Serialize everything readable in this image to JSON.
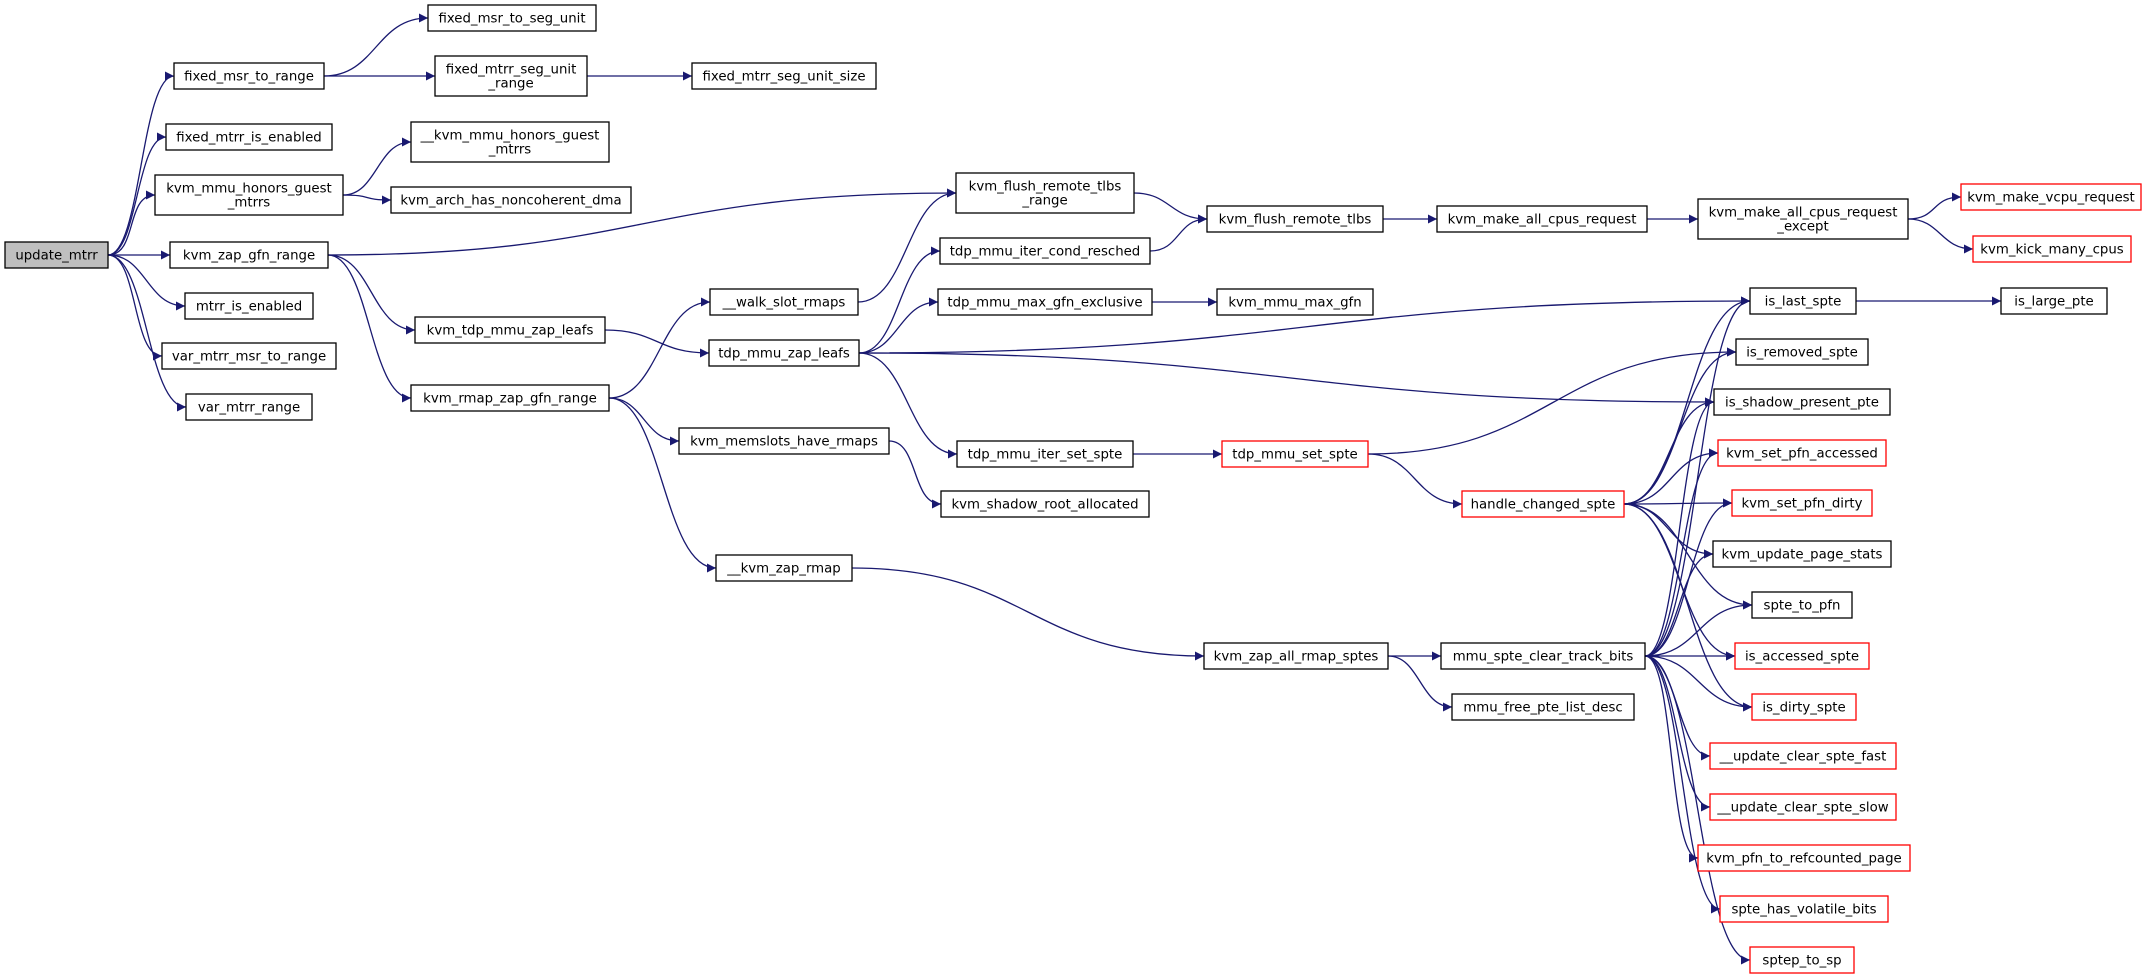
{
  "colors": {
    "edge": "#191970",
    "node_border": "#000000",
    "node_border_truncated": "#ff0000",
    "root_fill": "#bfbfbf",
    "node_fill": "#ffffff"
  },
  "nodes": [
    {
      "id": "update_mtrr",
      "lines": [
        "update_mtrr"
      ],
      "style": "root"
    },
    {
      "id": "fixed_msr_to_range",
      "lines": [
        "fixed_msr_to_range"
      ]
    },
    {
      "id": "fixed_mtrr_is_enabled",
      "lines": [
        "fixed_mtrr_is_enabled"
      ]
    },
    {
      "id": "kvm_mmu_honors_guest_mtrrs",
      "lines": [
        "kvm_mmu_honors_guest",
        "_mtrrs"
      ]
    },
    {
      "id": "kvm_zap_gfn_range",
      "lines": [
        "kvm_zap_gfn_range"
      ]
    },
    {
      "id": "mtrr_is_enabled",
      "lines": [
        "mtrr_is_enabled"
      ]
    },
    {
      "id": "var_mtrr_msr_to_range",
      "lines": [
        "var_mtrr_msr_to_range"
      ]
    },
    {
      "id": "var_mtrr_range",
      "lines": [
        "var_mtrr_range"
      ]
    },
    {
      "id": "fixed_msr_to_seg_unit",
      "lines": [
        "fixed_msr_to_seg_unit"
      ]
    },
    {
      "id": "fixed_mtrr_seg_unit_range",
      "lines": [
        "fixed_mtrr_seg_unit",
        "_range"
      ]
    },
    {
      "id": "fixed_mtrr_seg_unit_size",
      "lines": [
        "fixed_mtrr_seg_unit_size"
      ]
    },
    {
      "id": "__kvm_mmu_honors_guest_mtrrs",
      "lines": [
        "__kvm_mmu_honors_guest",
        "_mtrrs"
      ]
    },
    {
      "id": "kvm_arch_has_noncoherent_dma",
      "lines": [
        "kvm_arch_has_noncoherent_dma"
      ]
    },
    {
      "id": "kvm_tdp_mmu_zap_leafs",
      "lines": [
        "kvm_tdp_mmu_zap_leafs"
      ]
    },
    {
      "id": "kvm_rmap_zap_gfn_range",
      "lines": [
        "kvm_rmap_zap_gfn_range"
      ]
    },
    {
      "id": "__walk_slot_rmaps",
      "lines": [
        "__walk_slot_rmaps"
      ]
    },
    {
      "id": "tdp_mmu_zap_leafs",
      "lines": [
        "tdp_mmu_zap_leafs"
      ]
    },
    {
      "id": "kvm_memslots_have_rmaps",
      "lines": [
        "kvm_memslots_have_rmaps"
      ]
    },
    {
      "id": "__kvm_zap_rmap",
      "lines": [
        "__kvm_zap_rmap"
      ]
    },
    {
      "id": "kvm_flush_remote_tlbs_range",
      "lines": [
        "kvm_flush_remote_tlbs",
        "_range"
      ]
    },
    {
      "id": "tdp_mmu_iter_cond_resched",
      "lines": [
        "tdp_mmu_iter_cond_resched"
      ]
    },
    {
      "id": "tdp_mmu_max_gfn_exclusive",
      "lines": [
        "tdp_mmu_max_gfn_exclusive"
      ]
    },
    {
      "id": "tdp_mmu_iter_set_spte",
      "lines": [
        "tdp_mmu_iter_set_spte"
      ]
    },
    {
      "id": "kvm_shadow_root_allocated",
      "lines": [
        "kvm_shadow_root_allocated"
      ]
    },
    {
      "id": "kvm_flush_remote_tlbs",
      "lines": [
        "kvm_flush_remote_tlbs"
      ]
    },
    {
      "id": "kvm_mmu_max_gfn",
      "lines": [
        "kvm_mmu_max_gfn"
      ]
    },
    {
      "id": "tdp_mmu_set_spte",
      "lines": [
        "tdp_mmu_set_spte"
      ],
      "style": "red"
    },
    {
      "id": "kvm_zap_all_rmap_sptes",
      "lines": [
        "kvm_zap_all_rmap_sptes"
      ]
    },
    {
      "id": "kvm_make_all_cpus_request",
      "lines": [
        "kvm_make_all_cpus_request"
      ]
    },
    {
      "id": "handle_changed_spte",
      "lines": [
        "handle_changed_spte"
      ],
      "style": "red"
    },
    {
      "id": "mmu_spte_clear_track_bits",
      "lines": [
        "mmu_spte_clear_track_bits"
      ]
    },
    {
      "id": "mmu_free_pte_list_desc",
      "lines": [
        "mmu_free_pte_list_desc"
      ]
    },
    {
      "id": "kvm_make_all_cpus_request_except",
      "lines": [
        "kvm_make_all_cpus_request",
        "_except"
      ]
    },
    {
      "id": "is_last_spte",
      "lines": [
        "is_last_spte"
      ]
    },
    {
      "id": "is_removed_spte",
      "lines": [
        "is_removed_spte"
      ]
    },
    {
      "id": "is_shadow_present_pte",
      "lines": [
        "is_shadow_present_pte"
      ]
    },
    {
      "id": "kvm_set_pfn_accessed",
      "lines": [
        "kvm_set_pfn_accessed"
      ],
      "style": "red"
    },
    {
      "id": "kvm_set_pfn_dirty",
      "lines": [
        "kvm_set_pfn_dirty"
      ],
      "style": "red"
    },
    {
      "id": "kvm_update_page_stats",
      "lines": [
        "kvm_update_page_stats"
      ]
    },
    {
      "id": "spte_to_pfn",
      "lines": [
        "spte_to_pfn"
      ]
    },
    {
      "id": "is_accessed_spte",
      "lines": [
        "is_accessed_spte"
      ],
      "style": "red"
    },
    {
      "id": "is_dirty_spte",
      "lines": [
        "is_dirty_spte"
      ],
      "style": "red"
    },
    {
      "id": "__update_clear_spte_fast",
      "lines": [
        "__update_clear_spte_fast"
      ],
      "style": "red"
    },
    {
      "id": "__update_clear_spte_slow",
      "lines": [
        "__update_clear_spte_slow"
      ],
      "style": "red"
    },
    {
      "id": "kvm_pfn_to_refcounted_page",
      "lines": [
        "kvm_pfn_to_refcounted_page"
      ],
      "style": "red"
    },
    {
      "id": "spte_has_volatile_bits",
      "lines": [
        "spte_has_volatile_bits"
      ],
      "style": "red"
    },
    {
      "id": "sptep_to_sp",
      "lines": [
        "sptep_to_sp"
      ],
      "style": "red"
    },
    {
      "id": "kvm_make_vcpu_request",
      "lines": [
        "kvm_make_vcpu_request"
      ],
      "style": "red"
    },
    {
      "id": "kvm_kick_many_cpus",
      "lines": [
        "kvm_kick_many_cpus"
      ],
      "style": "red"
    },
    {
      "id": "is_large_pte",
      "lines": [
        "is_large_pte"
      ]
    }
  ],
  "edges": [
    [
      "update_mtrr",
      "fixed_msr_to_range"
    ],
    [
      "update_mtrr",
      "fixed_mtrr_is_enabled"
    ],
    [
      "update_mtrr",
      "kvm_mmu_honors_guest_mtrrs"
    ],
    [
      "update_mtrr",
      "kvm_zap_gfn_range"
    ],
    [
      "update_mtrr",
      "mtrr_is_enabled"
    ],
    [
      "update_mtrr",
      "var_mtrr_msr_to_range"
    ],
    [
      "update_mtrr",
      "var_mtrr_range"
    ],
    [
      "fixed_msr_to_range",
      "fixed_msr_to_seg_unit"
    ],
    [
      "fixed_msr_to_range",
      "fixed_mtrr_seg_unit_range"
    ],
    [
      "fixed_mtrr_seg_unit_range",
      "fixed_mtrr_seg_unit_size"
    ],
    [
      "kvm_mmu_honors_guest_mtrrs",
      "__kvm_mmu_honors_guest_mtrrs"
    ],
    [
      "kvm_mmu_honors_guest_mtrrs",
      "kvm_arch_has_noncoherent_dma"
    ],
    [
      "kvm_zap_gfn_range",
      "kvm_flush_remote_tlbs_range"
    ],
    [
      "kvm_zap_gfn_range",
      "kvm_tdp_mmu_zap_leafs"
    ],
    [
      "kvm_zap_gfn_range",
      "kvm_rmap_zap_gfn_range"
    ],
    [
      "kvm_tdp_mmu_zap_leafs",
      "tdp_mmu_zap_leafs"
    ],
    [
      "kvm_rmap_zap_gfn_range",
      "__walk_slot_rmaps"
    ],
    [
      "kvm_rmap_zap_gfn_range",
      "kvm_memslots_have_rmaps"
    ],
    [
      "kvm_rmap_zap_gfn_range",
      "__kvm_zap_rmap"
    ],
    [
      "__walk_slot_rmaps",
      "kvm_flush_remote_tlbs_range"
    ],
    [
      "tdp_mmu_zap_leafs",
      "tdp_mmu_iter_cond_resched"
    ],
    [
      "tdp_mmu_zap_leafs",
      "tdp_mmu_max_gfn_exclusive"
    ],
    [
      "tdp_mmu_zap_leafs",
      "tdp_mmu_iter_set_spte"
    ],
    [
      "tdp_mmu_zap_leafs",
      "is_last_spte"
    ],
    [
      "tdp_mmu_zap_leafs",
      "is_shadow_present_pte"
    ],
    [
      "kvm_memslots_have_rmaps",
      "kvm_shadow_root_allocated"
    ],
    [
      "__kvm_zap_rmap",
      "kvm_zap_all_rmap_sptes"
    ],
    [
      "kvm_flush_remote_tlbs_range",
      "kvm_flush_remote_tlbs"
    ],
    [
      "tdp_mmu_iter_cond_resched",
      "kvm_flush_remote_tlbs"
    ],
    [
      "tdp_mmu_max_gfn_exclusive",
      "kvm_mmu_max_gfn"
    ],
    [
      "tdp_mmu_iter_set_spte",
      "tdp_mmu_set_spte"
    ],
    [
      "kvm_flush_remote_tlbs",
      "kvm_make_all_cpus_request"
    ],
    [
      "kvm_make_all_cpus_request",
      "kvm_make_all_cpus_request_except"
    ],
    [
      "kvm_make_all_cpus_request_except",
      "kvm_make_vcpu_request"
    ],
    [
      "kvm_make_all_cpus_request_except",
      "kvm_kick_many_cpus"
    ],
    [
      "tdp_mmu_set_spte",
      "is_removed_spte"
    ],
    [
      "tdp_mmu_set_spte",
      "handle_changed_spte"
    ],
    [
      "handle_changed_spte",
      "is_last_spte"
    ],
    [
      "handle_changed_spte",
      "is_removed_spte"
    ],
    [
      "handle_changed_spte",
      "is_shadow_present_pte"
    ],
    [
      "handle_changed_spte",
      "kvm_set_pfn_accessed"
    ],
    [
      "handle_changed_spte",
      "kvm_set_pfn_dirty"
    ],
    [
      "handle_changed_spte",
      "kvm_update_page_stats"
    ],
    [
      "handle_changed_spte",
      "spte_to_pfn"
    ],
    [
      "handle_changed_spte",
      "is_accessed_spte"
    ],
    [
      "handle_changed_spte",
      "is_dirty_spte"
    ],
    [
      "kvm_zap_all_rmap_sptes",
      "mmu_spte_clear_track_bits"
    ],
    [
      "kvm_zap_all_rmap_sptes",
      "mmu_free_pte_list_desc"
    ],
    [
      "mmu_spte_clear_track_bits",
      "is_last_spte"
    ],
    [
      "mmu_spte_clear_track_bits",
      "is_shadow_present_pte"
    ],
    [
      "mmu_spte_clear_track_bits",
      "kvm_set_pfn_accessed"
    ],
    [
      "mmu_spte_clear_track_bits",
      "kvm_set_pfn_dirty"
    ],
    [
      "mmu_spte_clear_track_bits",
      "kvm_update_page_stats"
    ],
    [
      "mmu_spte_clear_track_bits",
      "spte_to_pfn"
    ],
    [
      "mmu_spte_clear_track_bits",
      "is_accessed_spte"
    ],
    [
      "mmu_spte_clear_track_bits",
      "is_dirty_spte"
    ],
    [
      "mmu_spte_clear_track_bits",
      "__update_clear_spte_fast"
    ],
    [
      "mmu_spte_clear_track_bits",
      "__update_clear_spte_slow"
    ],
    [
      "mmu_spte_clear_track_bits",
      "kvm_pfn_to_refcounted_page"
    ],
    [
      "mmu_spte_clear_track_bits",
      "spte_has_volatile_bits"
    ],
    [
      "mmu_spte_clear_track_bits",
      "sptep_to_sp"
    ],
    [
      "is_last_spte",
      "is_large_pte"
    ]
  ]
}
